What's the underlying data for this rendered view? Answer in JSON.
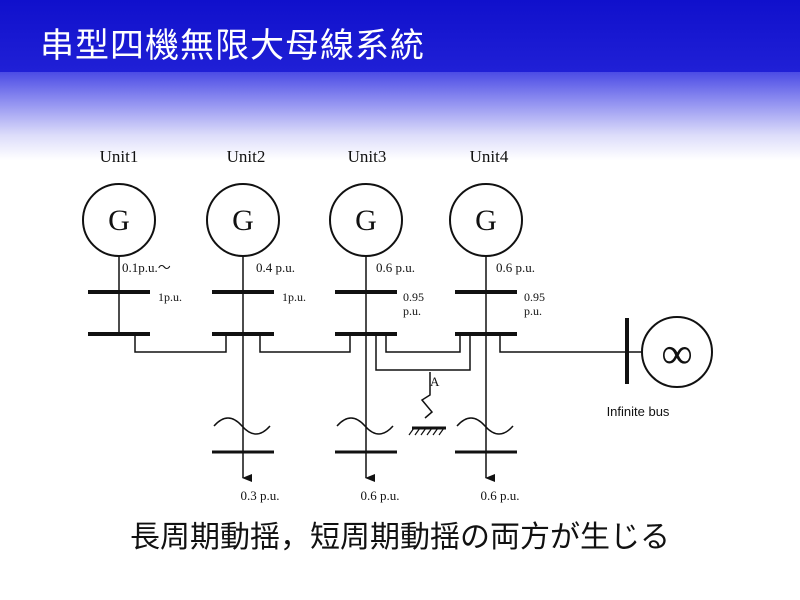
{
  "slide": {
    "title": "串型四機無限大母線系統",
    "caption": "長周期動揺，短周期動揺の両方が生じる"
  },
  "units": [
    {
      "name": "Unit1",
      "gen_symbol": "G",
      "output": "0.1p.u.〜",
      "transformer": "1p.u."
    },
    {
      "name": "Unit2",
      "gen_symbol": "G",
      "output": "0.4 p.u.",
      "transformer": "1p.u."
    },
    {
      "name": "Unit3",
      "gen_symbol": "G",
      "output": "0.6 p.u.",
      "transformer_line1": "0.95",
      "transformer_line2": "p.u.",
      "load": "0.6 p.u."
    },
    {
      "name": "Unit4",
      "gen_symbol": "G",
      "output": "0.6 p.u.",
      "transformer_line1": "0.95",
      "transformer_line2": "p.u.",
      "load": "0.6 p.u."
    }
  ],
  "loads": {
    "unit2": "0.3 p.u."
  },
  "fault": {
    "label": "A"
  },
  "infinite_bus": {
    "symbol": "∞",
    "label": "Infinite bus"
  },
  "colors": {
    "title_blue": "#1a1ad8",
    "line": "#111111"
  }
}
